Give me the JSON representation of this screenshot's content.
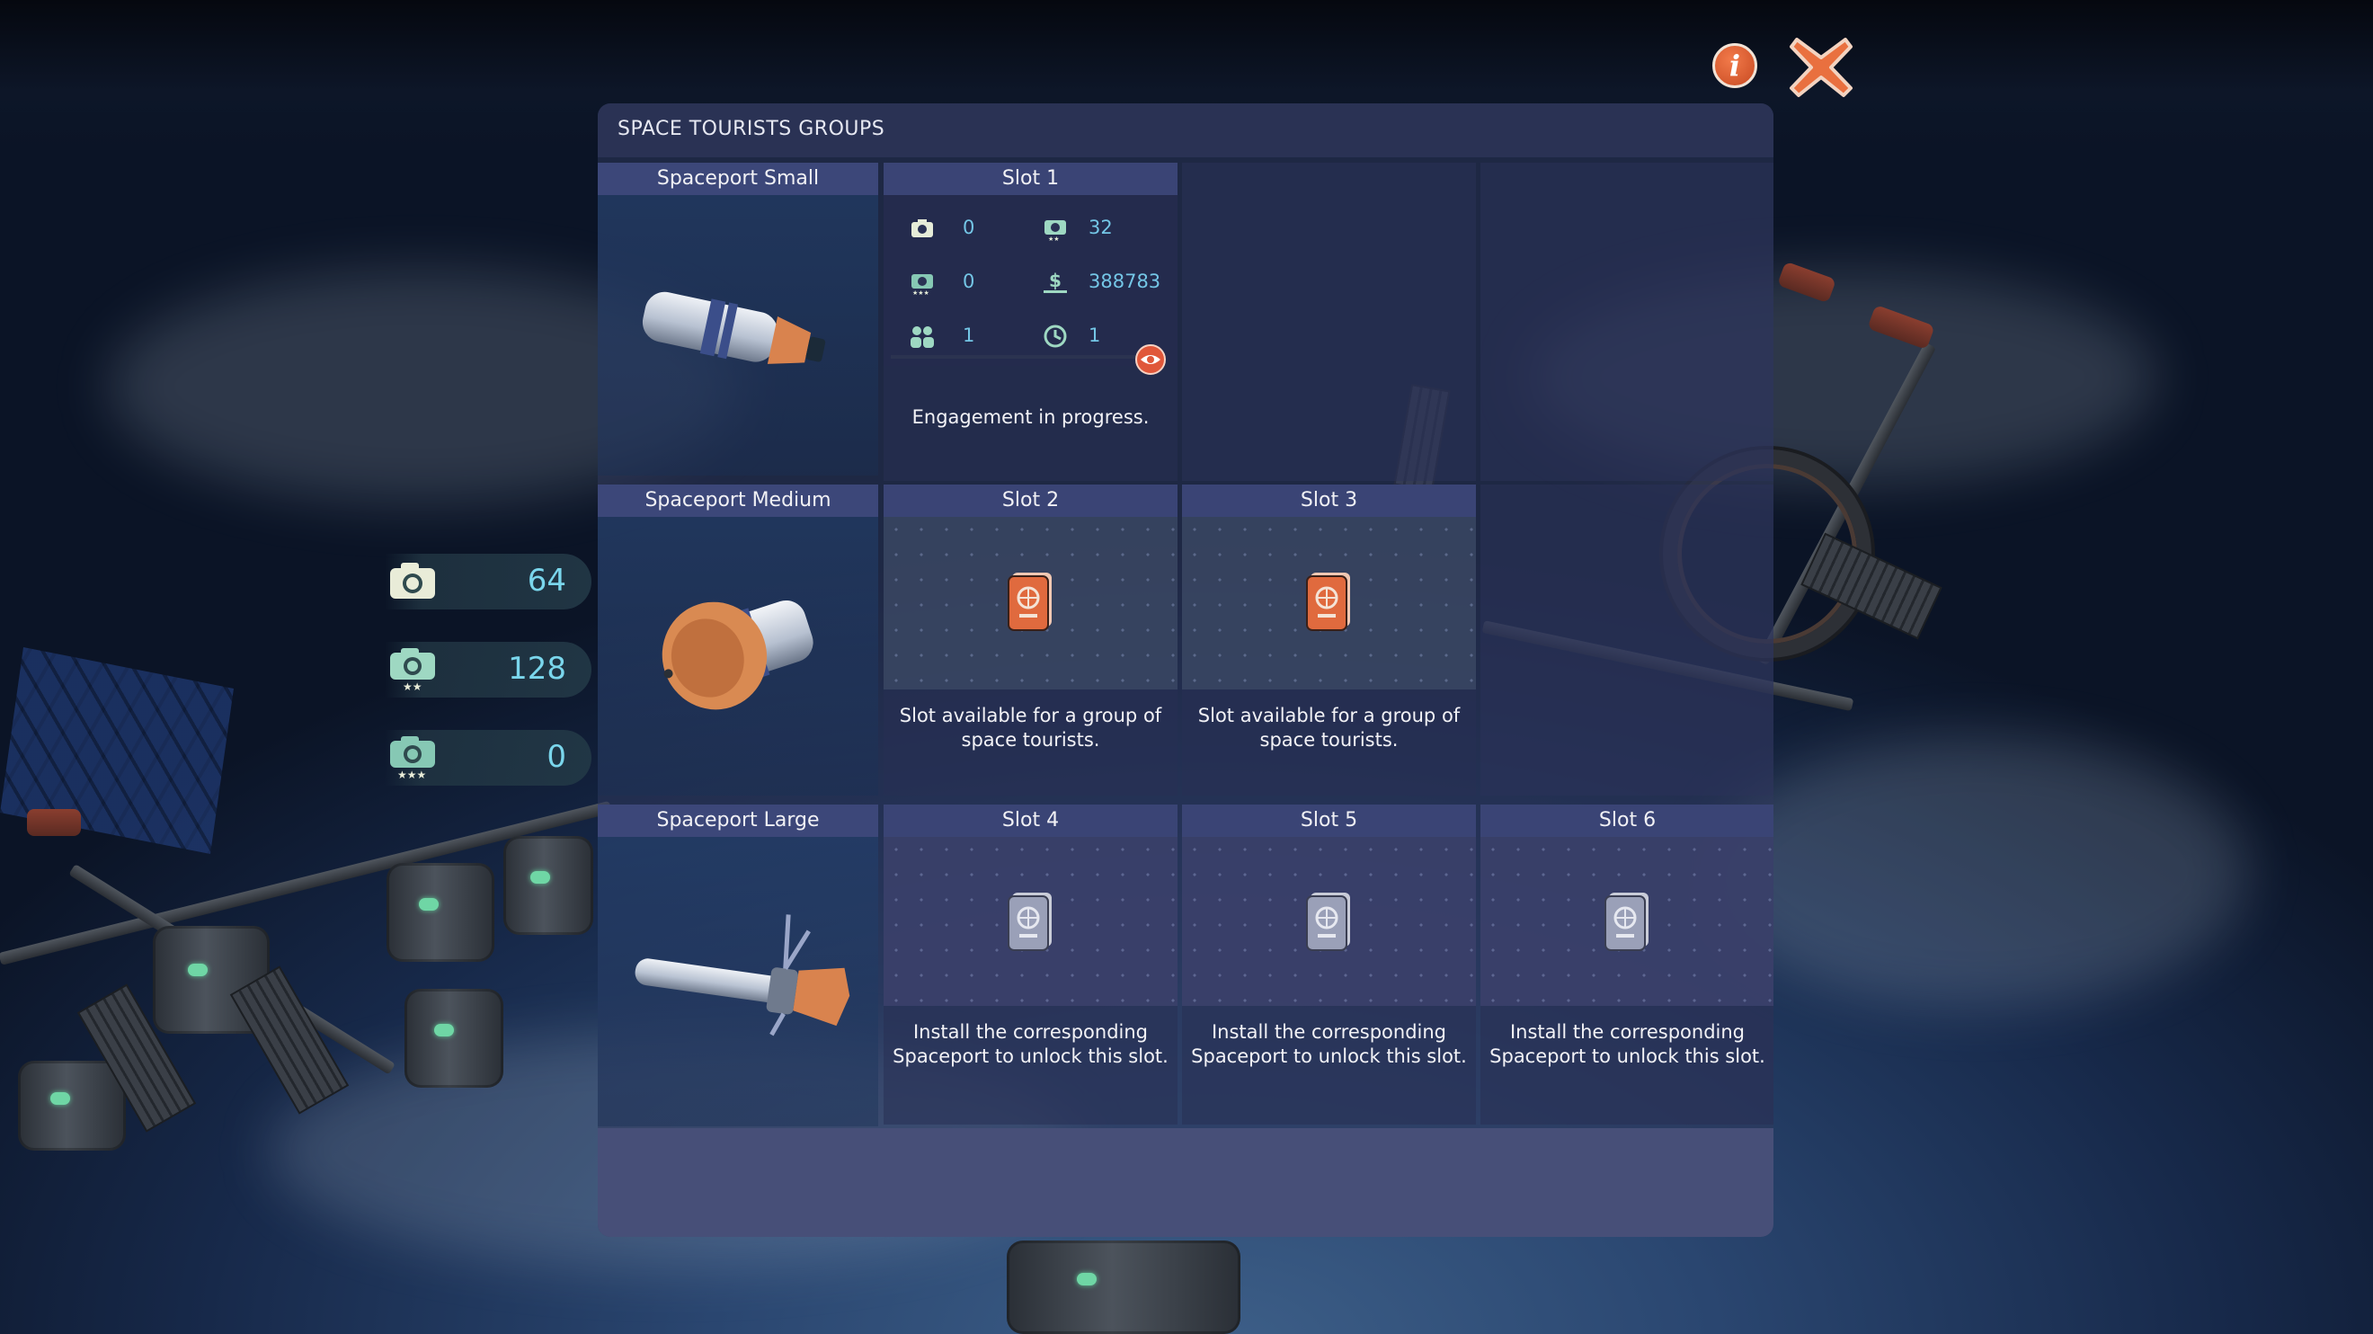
{
  "panel": {
    "title": "SPACE TOURISTS GROUPS"
  },
  "buttons": {
    "info_icon": "info-icon",
    "close_icon": "close-icon",
    "info_glyph": "i"
  },
  "counters": [
    {
      "icon": "camera-icon",
      "value": "64"
    },
    {
      "icon": "camera-two-star-icon",
      "value": "128"
    },
    {
      "icon": "camera-three-star-icon",
      "value": "0"
    }
  ],
  "spaceports": {
    "small": {
      "label": "Spaceport Small"
    },
    "medium": {
      "label": "Spaceport Medium"
    },
    "large": {
      "label": "Spaceport Large"
    }
  },
  "slots": {
    "slot1": {
      "title": "Slot 1",
      "stats": {
        "photos": "0",
        "photos_rated": "32",
        "photos_top": "0",
        "money": "388783",
        "tourists": "1",
        "excursions": "1"
      },
      "progress": 0.0,
      "status": "Engagement in progress."
    },
    "slot2": {
      "title": "Slot 2",
      "text": "Slot available for a group of space tourists."
    },
    "slot3": {
      "title": "Slot 3",
      "text": "Slot available for a group of space tourists."
    },
    "slot4": {
      "title": "Slot 4",
      "text": "Install the corresponding Spaceport to unlock this slot."
    },
    "slot5": {
      "title": "Slot 5",
      "text": "Install the corresponding Spaceport to unlock this slot."
    },
    "slot6": {
      "title": "Slot 6",
      "text": "Install the corresponding Spaceport to unlock this slot."
    }
  },
  "colors": {
    "accent_value": "#74c6e6",
    "header_bg": "#2a3254",
    "close_orange": "#e9703f",
    "passport_available": "#e06a3e",
    "passport_locked": "#9aa0b8"
  }
}
